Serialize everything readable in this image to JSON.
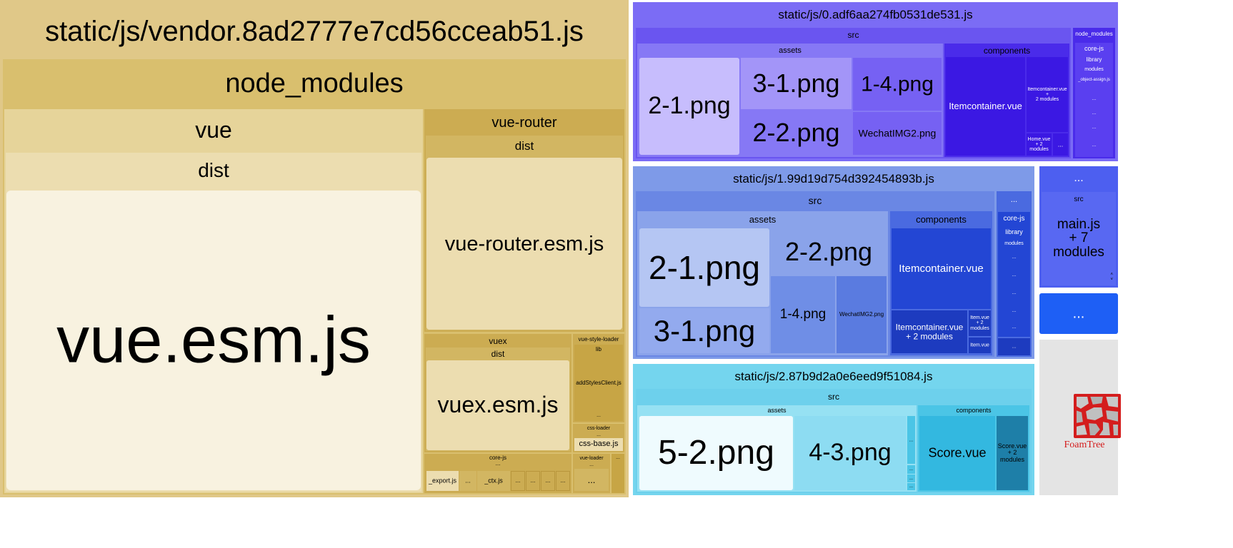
{
  "colors": {
    "vendor_bundle": "#e0c888",
    "bundle_0": "#7b6cf5",
    "bundle_1": "#7e9ae8",
    "bundle_2": "#74d5ee",
    "main_bundle": "#4d5ff0",
    "foamtree_logo": "#d41d1d"
  },
  "icons": {
    "foamtree_logo": "foamtree-logo-icon"
  },
  "treemap": {
    "vendor": {
      "title": "static/js/vendor.8ad2777e7cd56cceab51.js",
      "node_modules": "node_modules",
      "vue": "vue",
      "vue_dist": "dist",
      "vue_esm": "vue.esm.js",
      "vue_router": "vue-router",
      "vue_router_dist": "dist",
      "vue_router_esm": "vue-router.esm.js",
      "vuex": "vuex",
      "vuex_dist": "dist",
      "vuex_esm": "vuex.esm.js",
      "vue_style_loader": "vue-style-loader",
      "vsl_lib": "lib",
      "add_styles_client": "addStylesClient.js",
      "vsl_more": "...",
      "css_loader": "css-loader",
      "css_loader_more": "...",
      "css_base": "css-base.js",
      "core_js": "core-js",
      "core_js_more": "...",
      "export_js": "_export.js",
      "ctx_js": "_ctx.js",
      "dots": "...",
      "vue_loader": "vue-loader",
      "vue_loader_more": "...",
      "more_small": "..."
    },
    "bundle0": {
      "title": "static/js/0.adf6aa274fb0531de531.js",
      "src": "src",
      "assets": "assets",
      "img_2_1": "2-1.png",
      "img_3_1": "3-1.png",
      "img_1_4": "1-4.png",
      "img_2_2": "2-2.png",
      "wechat": "WechatIMG2.png",
      "components": "components",
      "itemcontainer": "Itemcontainer.vue",
      "itemcontainer_mods": "Itemcontainer.vue +\n2 modules",
      "home_mods": "Home.vue\n+ 2\nmodules",
      "more": "...",
      "node_modules": "node_modules",
      "core_js": "core-js",
      "library": "library",
      "modules": "modules",
      "object_assign": "_object-assign.js",
      "dots": "..."
    },
    "bundle1": {
      "title": "static/js/1.99d19d754d392454893b.js",
      "src": "src",
      "assets": "assets",
      "img_2_1": "2-1.png",
      "img_2_2": "2-2.png",
      "img_3_1": "3-1.png",
      "img_1_4": "1-4.png",
      "wechat": "WechatIMG2.png",
      "components": "components",
      "itemcontainer": "Itemcontainer.vue",
      "itemcontainer_mods": "Itemcontainer.vue\n+ 2 modules",
      "item_mods": "Item.vue\n+ 2\nmodules",
      "item": "Item.vue",
      "more": "...",
      "core_js": "core-js",
      "library": "library",
      "modules": "modules",
      "dots": "..."
    },
    "bundle2": {
      "title": "static/js/2.87b9d2a0e6eed9f51084.js",
      "src": "src",
      "assets": "assets",
      "img_5_2": "5-2.png",
      "img_4_3": "4-3.png",
      "components": "components",
      "score": "Score.vue",
      "score_mods": "Score.vue\n+ 2\nmodules",
      "dots": "..."
    },
    "main": {
      "top": "...",
      "src": "src",
      "main_js": "main.js\n+ 7\nmodules",
      "more": "...",
      "arrows": "˄\n˅"
    },
    "logo": {
      "text": "FoamTree"
    }
  }
}
